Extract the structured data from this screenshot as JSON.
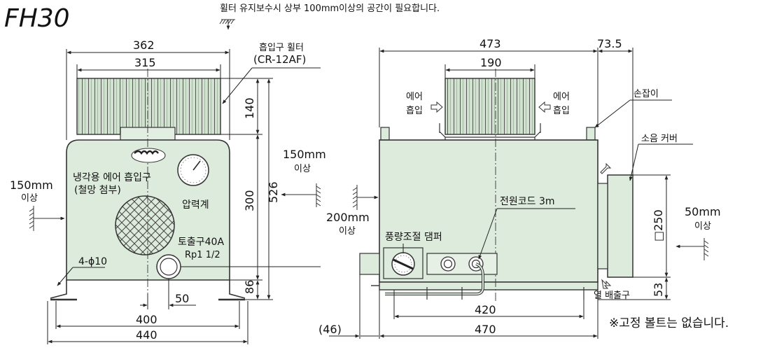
{
  "model": "FH30",
  "colors": {
    "body": "#dcebdb",
    "filter": "#d2e2d0",
    "line": "#333333"
  },
  "top_note": "휠터 유지보수시 상부 100mm이상의 공간이 필요합니다.",
  "bottom_note": "※고정 볼트는 없습니다.",
  "front_view": {
    "dim_width_outer": "362",
    "dim_filter_width": "315",
    "filter_label_line1": "흡입구 휠터",
    "filter_label_line2": "(CR-12AF)",
    "dim_filter_height": "140",
    "dim_body_height": "300",
    "dim_total_height": "526",
    "dim_base_height": "86",
    "dim_outlet_offset": "50",
    "dim_base_inner": "400",
    "dim_base_outer": "440",
    "cooling_label_line1": "냉각용 에어 흡입구",
    "cooling_label_line2": "(철망 첨부)",
    "gauge_label": "압력계",
    "outlet_label_line1": "토출구40A",
    "outlet_label_line2": "Rp1 1/2",
    "hole_label": "4-ϕ10",
    "clearance_left_value": "150mm",
    "clearance_left_suffix": "이상",
    "clearance_right_value": "150mm",
    "clearance_right_suffix": "이상"
  },
  "side_view": {
    "dim_top_width": "473",
    "dim_cover_depth": "73.5",
    "dim_filter_width": "190",
    "air_in_left_line1": "에어",
    "air_in_left_line2": "흡입",
    "air_in_right_line1": "에어",
    "air_in_right_line2": "흡입",
    "handle_label": "손잡이",
    "cover_label": "소음 커버",
    "clearance_left_value": "200mm",
    "clearance_left_suffix": "이상",
    "cord_label": "전원코드 3m",
    "damper_label": "풍량조절 댐퍼",
    "dim_cover_size": "□250",
    "clearance_right_value": "50mm",
    "clearance_right_suffix": "이상",
    "exhaust_label": "열 배출구",
    "dim_cover_bottom": "53",
    "dim_base_inner": "420",
    "dim_base_outer": "470",
    "dim_offset": "(46)"
  }
}
